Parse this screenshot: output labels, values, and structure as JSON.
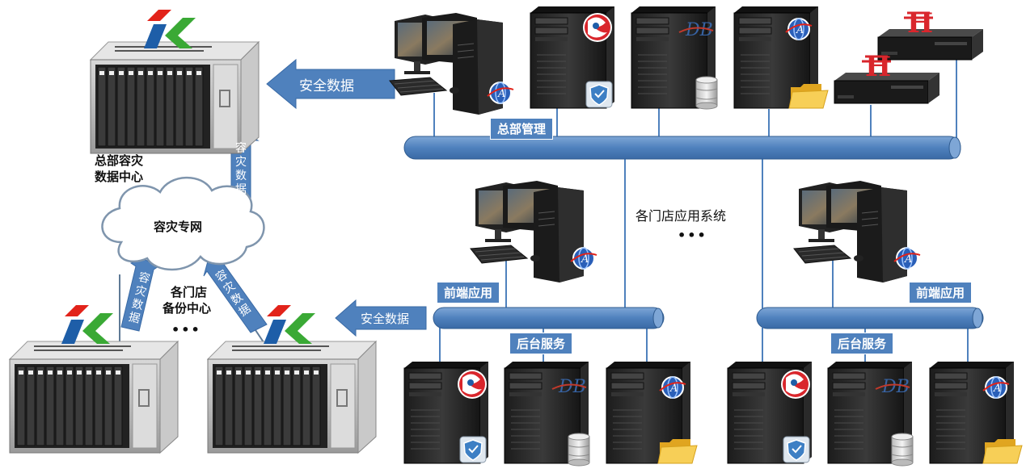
{
  "labels": {
    "hq_center": [
      "总部容灾",
      "数据中心"
    ],
    "cloud": "容灾专网",
    "branch_center": [
      "各门店",
      "备份中心"
    ],
    "ellipsis_left": "•••",
    "store_apps": "各门店应用系统",
    "ellipsis_right": "•••"
  },
  "arrows": {
    "secure_top": "安全数据",
    "secure_bottom": "安全数据",
    "dr_up": [
      "容",
      "灾",
      "数",
      "据"
    ],
    "dr_left": [
      "容",
      "灾",
      "数",
      "据"
    ],
    "dr_right": [
      "容",
      "灾",
      "数",
      "据"
    ]
  },
  "buses": {
    "hq": "总部管理",
    "frontend_left": "前端应用",
    "backend_left": "后台服务",
    "frontend_right": "前端应用",
    "backend_right": "后台服务"
  },
  "colors": {
    "bus": "#4f81bd",
    "arrow": "#4f81bd",
    "logo_red": "#e2231a",
    "logo_blue": "#1e5ea8",
    "logo_green": "#3aa935"
  }
}
